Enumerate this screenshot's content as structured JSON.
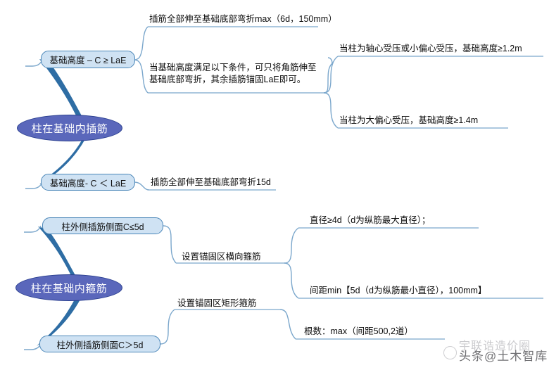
{
  "diagram": {
    "title_top": "柱在基础内插筋",
    "title_bottom": "柱在基础内箍筋",
    "topics": [
      {
        "id": "top",
        "root": "柱在基础内插筋",
        "branches": [
          {
            "node": "基础高度 – C ≥ LaE",
            "leaves": [
              "插筋全部伸至基础底部弯折max（6d，150mm）",
              "当基础高度满足以下条件，可只将角筋伸至\n基础底部弯折，其余插筋锚固LaE即可。"
            ],
            "sub_leaves": [
              "当柱为轴心受压或小偏心受压，基础高度≥1.2m",
              "当柱为大偏心受压，基础高度≥1.4m"
            ]
          },
          {
            "node": "基础高度- C ＜ LaE",
            "leaves": [
              "插筋全部伸至基础底部弯折15d"
            ],
            "sub_leaves": []
          }
        ]
      },
      {
        "id": "bottom",
        "root": "柱在基础内箍筋",
        "branches": [
          {
            "node": "柱外侧插筋侧面C≤5d",
            "leaves": [
              "设置锚固区横向箍筋"
            ],
            "sub_leaves": [
              "直径≥4d（d为纵筋最大直径）；",
              "间距min【5d（d为纵筋最小直径），100mm】"
            ]
          },
          {
            "node": "柱外侧插筋侧面C＞5d",
            "leaves": [
              "设置锚固区矩形箍筋"
            ],
            "sub_leaves": [
              "根数：max（间距500,2道）"
            ]
          }
        ]
      }
    ],
    "labels": {
      "top_node_1": "基础高度 – C ≥ LaE",
      "top_node_2": "基础高度- C ＜ LaE",
      "top_leaf_1": "插筋全部伸至基础底部弯折max（6d，150mm）",
      "top_leaf_2_line1": "当基础高度满足以下条件，可只将角筋伸至",
      "top_leaf_2_line2": "基础底部弯折，其余插筋锚固LaE即可。",
      "top_leaf_3": "当柱为轴心受压或小偏心受压，基础高度≥1.2m",
      "top_leaf_4": "当柱为大偏心受压，基础高度≥1.4m",
      "top_leaf_5": "插筋全部伸至基础底部弯折15d",
      "bot_node_1": "柱外侧插筋侧面C≤5d",
      "bot_node_2": "柱外侧插筋侧面C＞5d",
      "bot_leaf_1": "设置锚固区横向箍筋",
      "bot_leaf_2": "设置锚固区矩形箍筋",
      "bot_leaf_3": "直径≥4d（d为纵筋最大直径）；",
      "bot_leaf_4": "间距min【5d（d为纵筋最小直径），100mm】",
      "bot_leaf_5": "根数：max（间距500,2道）"
    }
  },
  "watermark": {
    "text": "头条@土木智库",
    "ghost": "宇联诰造价圈"
  },
  "colors": {
    "root_fill": "#5a67bb",
    "root_border": "#2a3f8f",
    "node_fill": "#cfe2f3",
    "node_border": "#4a86b8",
    "main_branch": "#2e6da4",
    "connector": "#7ba7cc",
    "text": "#0c0c0c"
  }
}
